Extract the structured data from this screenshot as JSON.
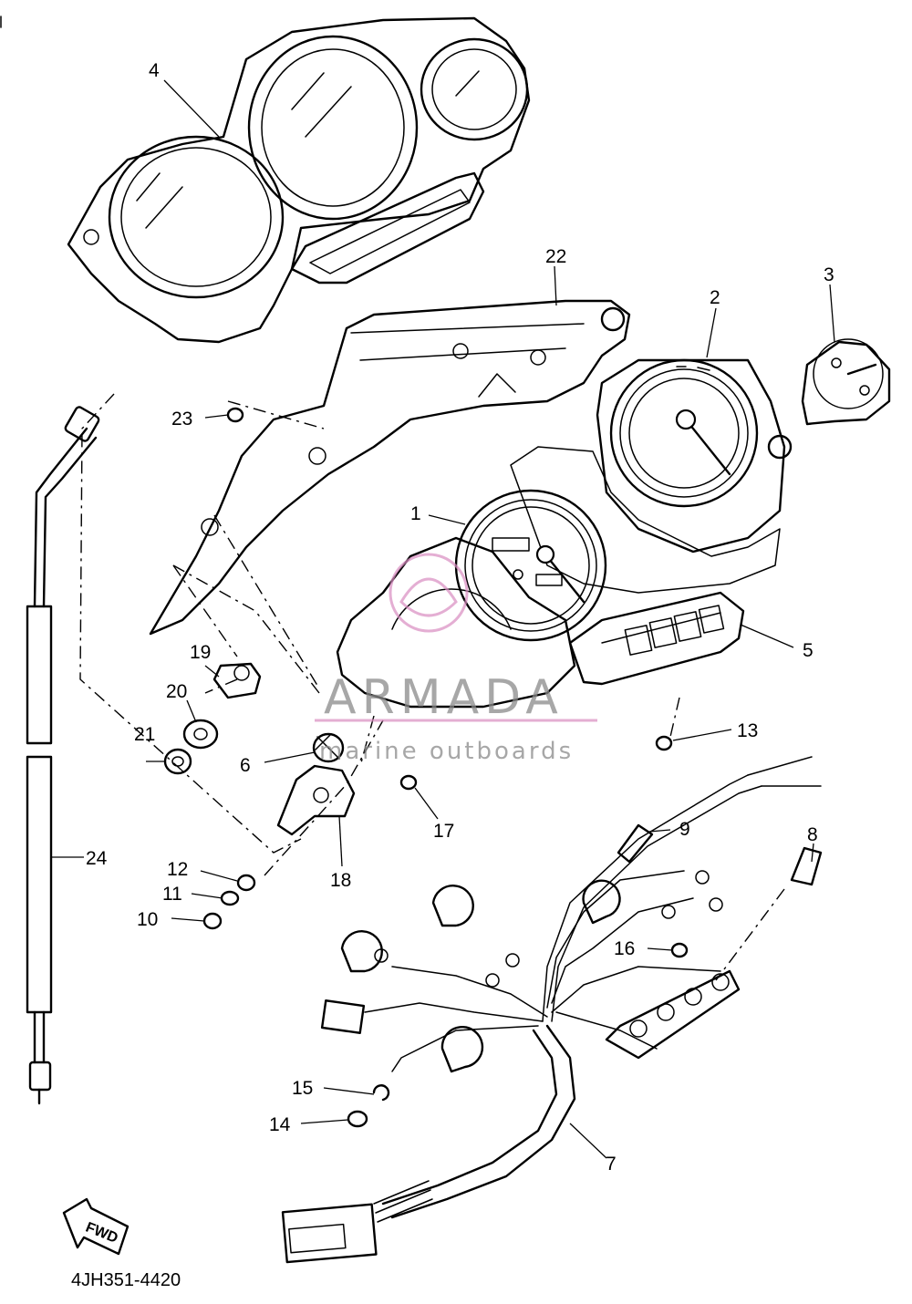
{
  "diagram": {
    "code": "4JH351-4420",
    "fwd_label": "FWD",
    "watermark": {
      "name": "ARMADA",
      "subtitle": "marine outboards"
    },
    "callouts": [
      {
        "id": "c1",
        "label": "1"
      },
      {
        "id": "c2",
        "label": "2"
      },
      {
        "id": "c3",
        "label": "3"
      },
      {
        "id": "c4",
        "label": "4"
      },
      {
        "id": "c5",
        "label": "5"
      },
      {
        "id": "c6",
        "label": "6"
      },
      {
        "id": "c7",
        "label": "7"
      },
      {
        "id": "c8",
        "label": "8"
      },
      {
        "id": "c9",
        "label": "9"
      },
      {
        "id": "c10",
        "label": "10"
      },
      {
        "id": "c11",
        "label": "11"
      },
      {
        "id": "c12",
        "label": "12"
      },
      {
        "id": "c13",
        "label": "13"
      },
      {
        "id": "c14",
        "label": "14"
      },
      {
        "id": "c15",
        "label": "15"
      },
      {
        "id": "c16",
        "label": "16"
      },
      {
        "id": "c17",
        "label": "17"
      },
      {
        "id": "c18",
        "label": "18"
      },
      {
        "id": "c19",
        "label": "19"
      },
      {
        "id": "c20",
        "label": "20"
      },
      {
        "id": "c21",
        "label": "21"
      },
      {
        "id": "c22",
        "label": "22"
      },
      {
        "id": "c23",
        "label": "23"
      },
      {
        "id": "c24",
        "label": "24"
      }
    ]
  }
}
